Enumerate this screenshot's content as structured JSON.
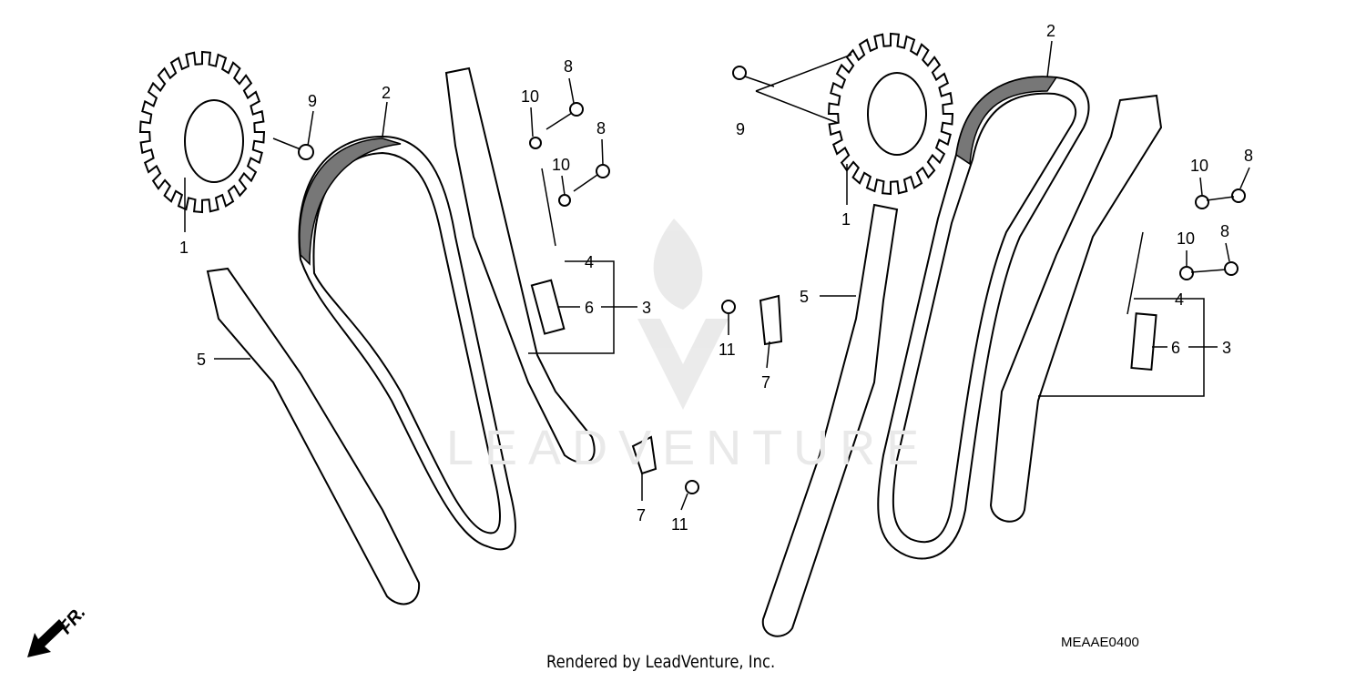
{
  "diagram": {
    "watermark": "LEADVENTURE",
    "footer": "Rendered by LeadVenture, Inc.",
    "diagram_code": "MEAAE0400",
    "direction_label": "FR.",
    "callouts_left": [
      "1",
      "2",
      "9",
      "10",
      "8",
      "8",
      "10",
      "4",
      "6",
      "3",
      "5",
      "7",
      "11",
      "11",
      "7"
    ],
    "callouts_right": [
      "9",
      "2",
      "1",
      "5",
      "10",
      "8",
      "10",
      "8",
      "4",
      "6",
      "3"
    ]
  }
}
